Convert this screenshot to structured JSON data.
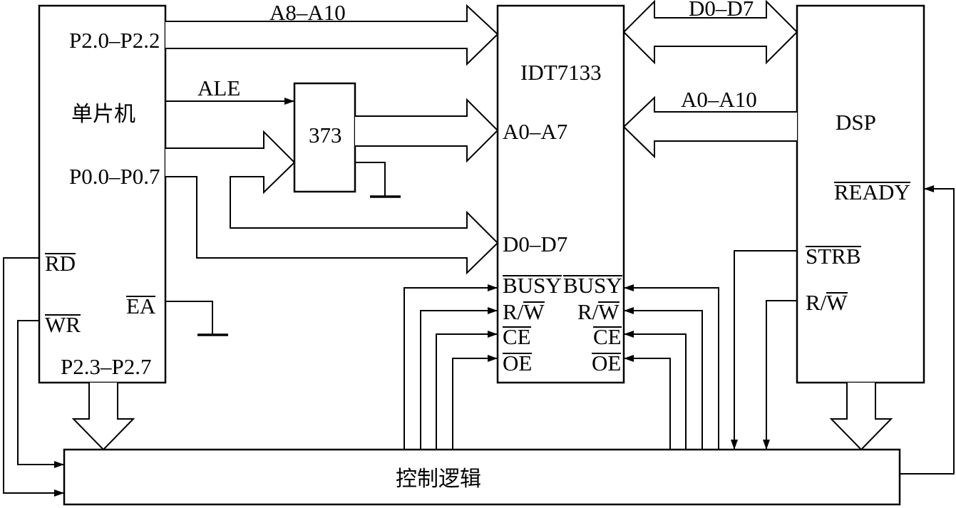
{
  "blocks": {
    "mcu_label": "单片机",
    "latch_label": "373",
    "dpram_label": "IDT7133",
    "dsp_label": "DSP",
    "control_label": "控制逻辑"
  },
  "mcu_pins": {
    "p2_upper": "P2.0–P2.2",
    "p0": "P0.0–P0.7",
    "rd": "RD",
    "wr": "WR",
    "ea": "EA",
    "p2_lower": "P2.3–P2.7"
  },
  "bus_labels": {
    "high_address": "A8–A10",
    "ale": "ALE",
    "data": "D0–D7",
    "dsp_address": "A0–A10"
  },
  "dpram_left_pins": {
    "address": "A0–A7",
    "data": "D0–D7",
    "busy": "BUSY",
    "rw_prefix": "R/",
    "rw_bar": "W",
    "ce": "CE",
    "oe": "OE"
  },
  "dpram_right_pins": {
    "busy": "BUSY",
    "rw_prefix": "R/",
    "rw_bar": "W",
    "ce": "CE",
    "oe": "OE"
  },
  "dsp_pins": {
    "ready": "READY",
    "strb": "STRB",
    "rw_prefix": "R/",
    "rw_bar": "W"
  },
  "colors": {
    "stroke": "#000000",
    "background": "#ffffff"
  }
}
